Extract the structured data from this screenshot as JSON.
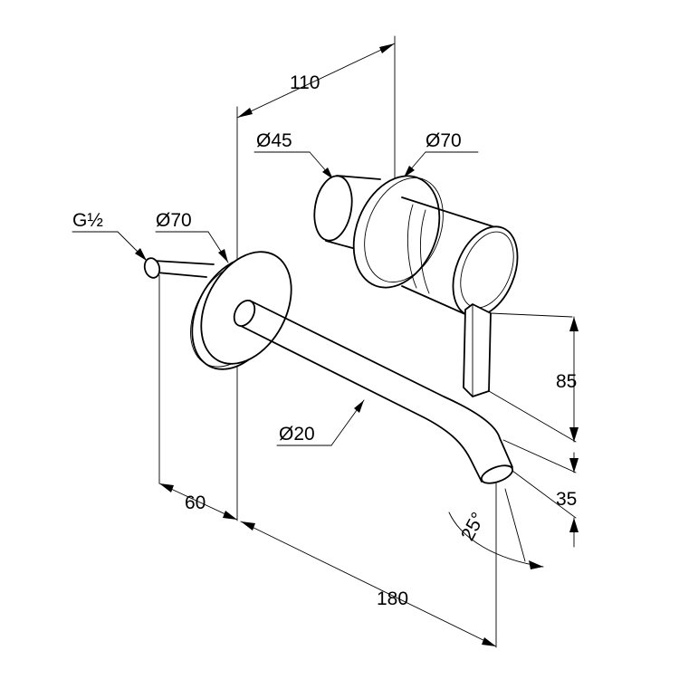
{
  "dimensions": {
    "top_width": "110",
    "body_diameter": "Ø45",
    "rosette_diameter_right": "Ø70",
    "thread": "G½",
    "rosette_diameter_left": "Ø70",
    "spout_diameter": "Ø20",
    "lever_height": "85",
    "outlet_offset": "35",
    "spout_angle": "25°",
    "thread_depth": "60",
    "spout_projection": "180"
  }
}
